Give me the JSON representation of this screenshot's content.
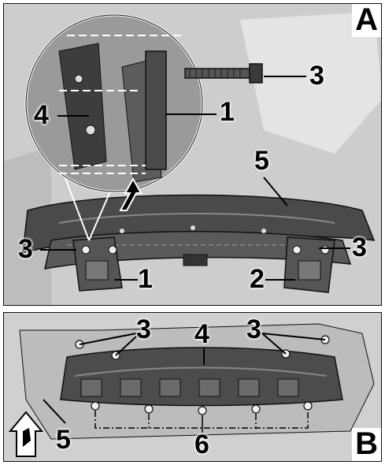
{
  "panel_a": {
    "letter": "A",
    "callouts": {
      "c1_top": "1",
      "c3_top": "3",
      "c4": "4",
      "c5": "5",
      "c3_left": "3",
      "c1_bottom": "1",
      "c2": "2",
      "c3_right": "3"
    }
  },
  "panel_b": {
    "letter": "B",
    "callouts": {
      "c3_left": "3",
      "c4": "4",
      "c3_right": "3",
      "c5": "5",
      "c6": "6"
    }
  },
  "colors": {
    "background": "#cfcfcf",
    "part_dark": "#3a3a3a",
    "part_mid": "#7a7a7a",
    "line": "#000000"
  },
  "icons": [
    "front-arrow-icon",
    "insertion-arrow-icon",
    "bolt-icon"
  ]
}
